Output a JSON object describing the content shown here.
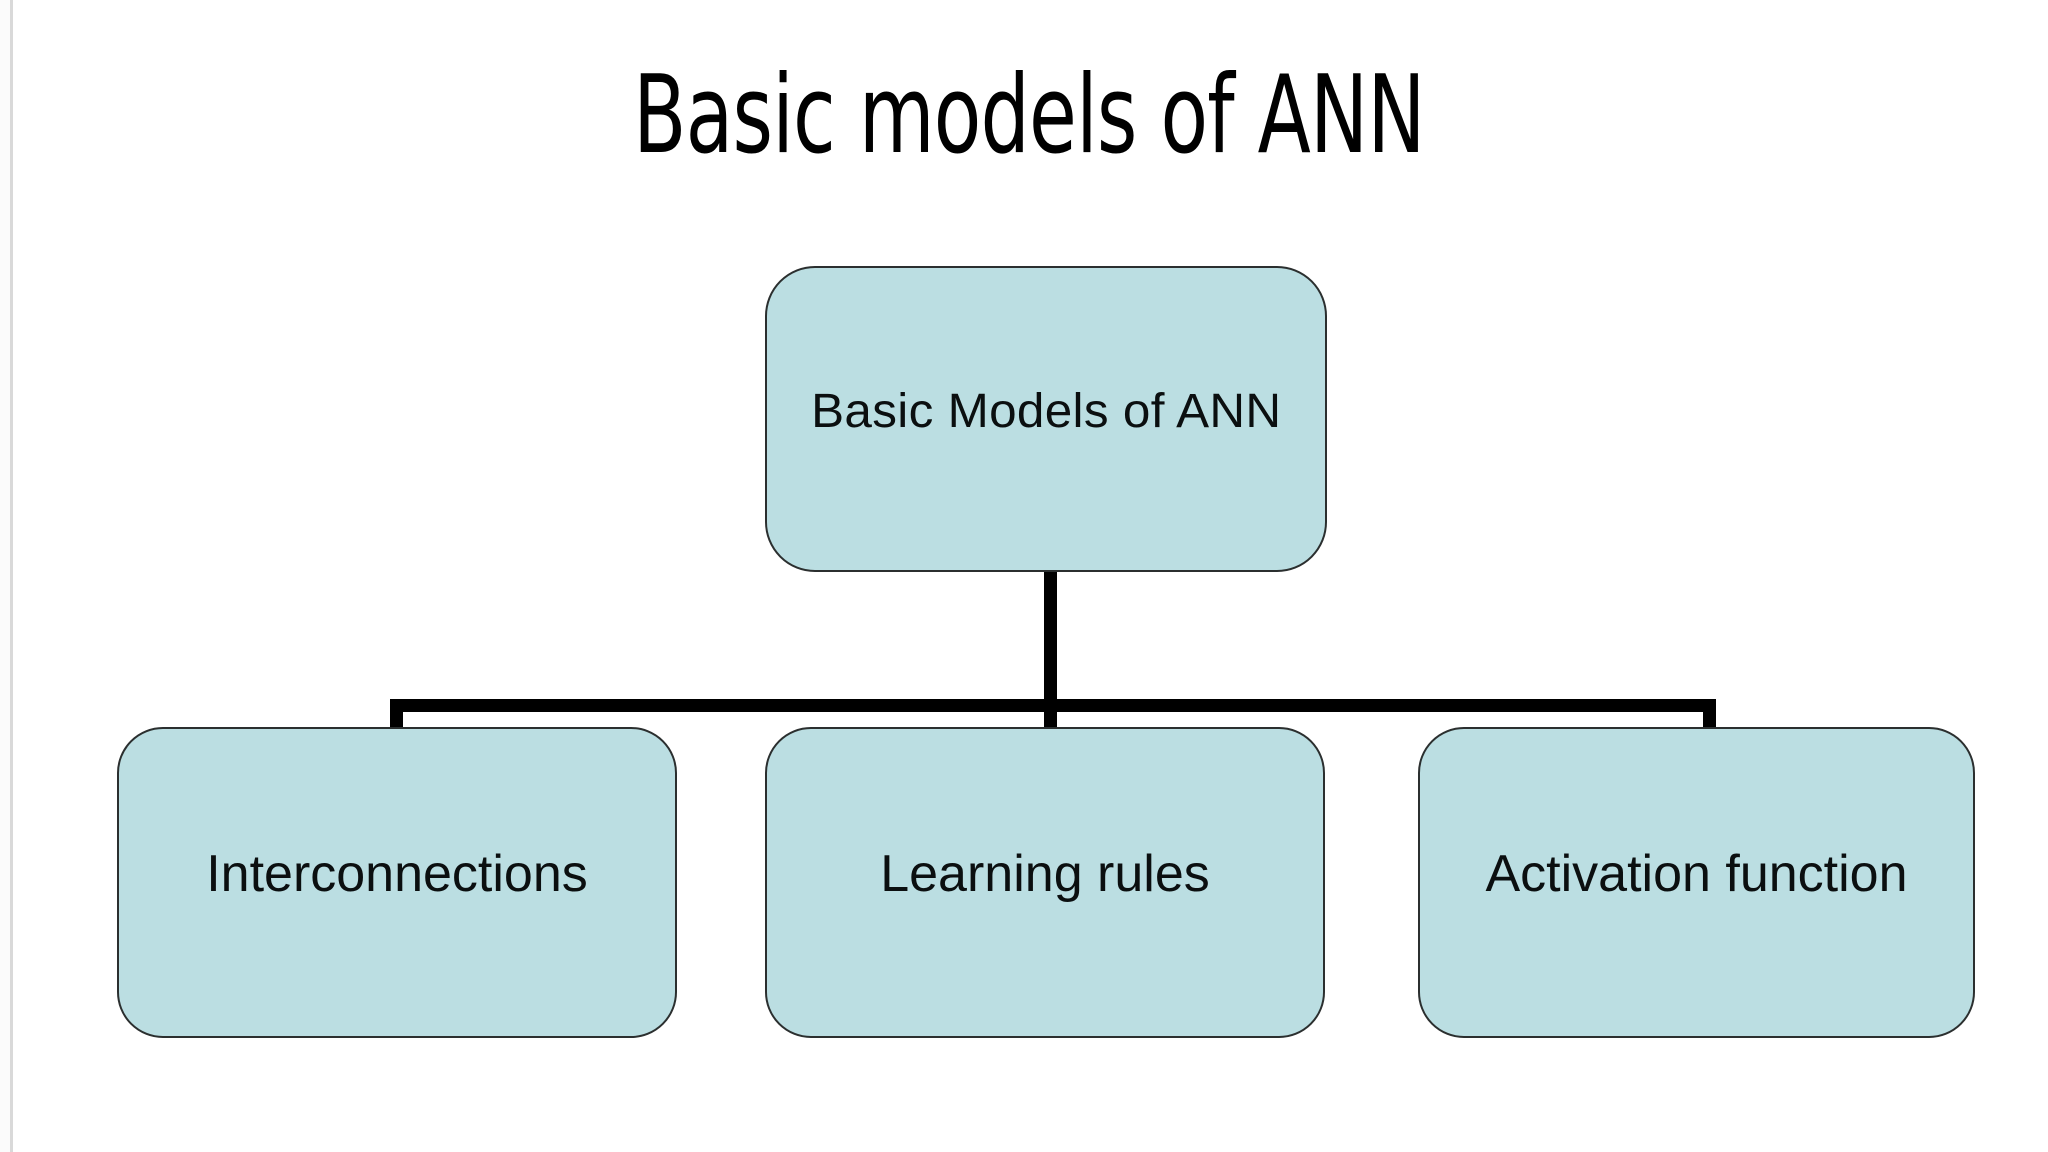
{
  "slide": {
    "title": "Basic models of ANN",
    "background_color": "#ffffff"
  },
  "diagram": {
    "type": "hierarchy-tree",
    "node_fill_color": "#bbdee2",
    "node_border_color": "#2b2f2f",
    "connector_color": "#000000",
    "root": {
      "id": "root",
      "label": "Basic Models of ANN"
    },
    "children": [
      {
        "id": "interconnections",
        "label": "Interconnections"
      },
      {
        "id": "learning-rules",
        "label": "Learning rules"
      },
      {
        "id": "activation-function",
        "label": "Activation function"
      }
    ]
  }
}
